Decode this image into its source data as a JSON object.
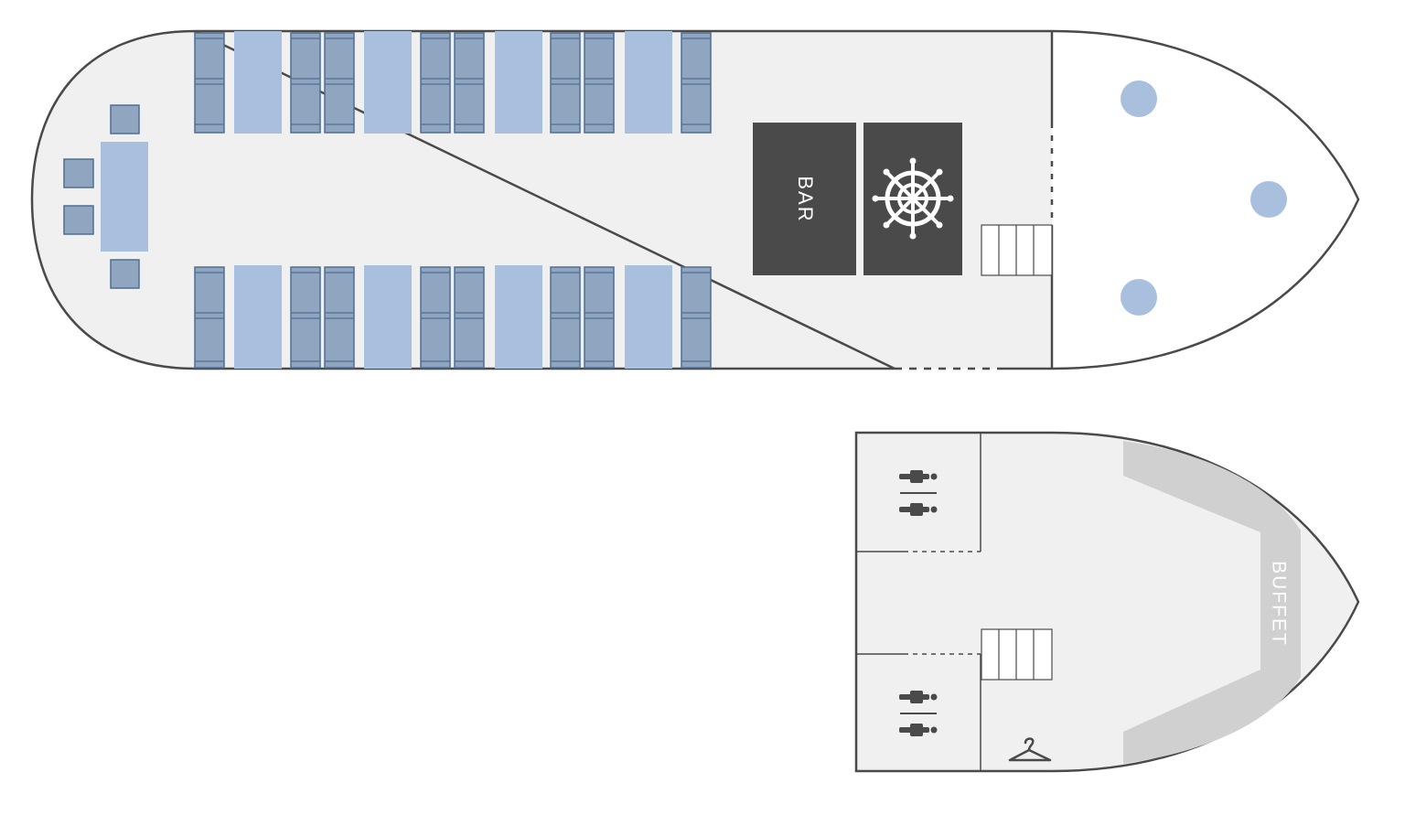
{
  "upper_deck": {
    "bar_label": "BAR",
    "helm_icon": "ship-wheel-icon",
    "stairs_icon": "stairs-icon",
    "table_rows": 5
  },
  "lower_deck": {
    "buffet_label": "BUFFET",
    "restroom_icon": "restroom-icon",
    "wardrobe_icon": "coat-hanger-icon",
    "stairs_icon": "stairs-icon"
  },
  "colors": {
    "floor": "#f0f0f0",
    "hull_stroke": "#4a4a4a",
    "chair_fill": "#8fa5c0",
    "chair_stroke": "#4f6f93",
    "table_fill": "#a8c0de",
    "dark_block": "#4a4a4a",
    "buffet_fill": "#d0d0d0",
    "icon": "#4a4a4a"
  }
}
